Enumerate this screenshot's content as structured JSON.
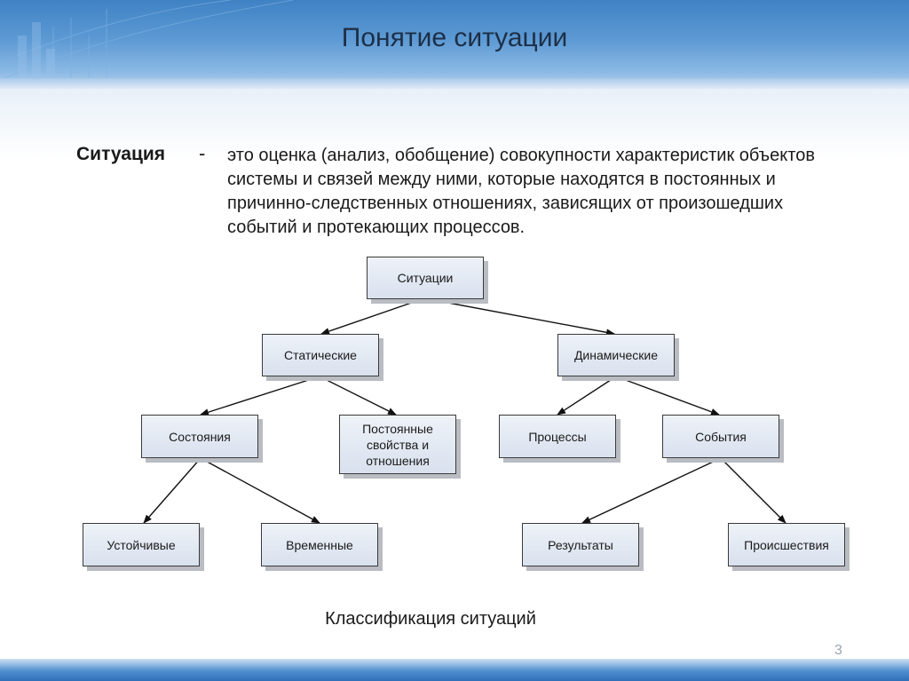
{
  "slide": {
    "title": "Понятие ситуации",
    "term": "Ситуация",
    "dash": "-",
    "definition": "это оценка (анализ, обобщение) совокупности характеристик объектов системы и связей между ними, которые находятся в постоянных и причинно-следственных отношениях, зависящих от произошедших событий и протекающих процессов.",
    "caption": "Классификация ситуаций",
    "page_number": "3"
  },
  "diagram": {
    "nodes": {
      "root": "Ситуации",
      "static": "Статические",
      "dynamic": "Динамические",
      "states": "Состояния",
      "permanent": "Постоянные свойства и отношения",
      "processes": "Процессы",
      "events": "События",
      "stable": "Устойчивые",
      "temporary": "Временные",
      "results": "Результаты",
      "incidents": "Происшествия"
    },
    "edges": [
      [
        "root",
        "static"
      ],
      [
        "root",
        "dynamic"
      ],
      [
        "static",
        "states"
      ],
      [
        "static",
        "permanent"
      ],
      [
        "dynamic",
        "processes"
      ],
      [
        "dynamic",
        "events"
      ],
      [
        "states",
        "stable"
      ],
      [
        "states",
        "temporary"
      ],
      [
        "events",
        "results"
      ],
      [
        "events",
        "incidents"
      ]
    ]
  },
  "colors": {
    "header": "#4a8bcb",
    "node_fill": "#dde4f0",
    "node_border": "#3a3a3a",
    "text": "#1a1a1a"
  }
}
